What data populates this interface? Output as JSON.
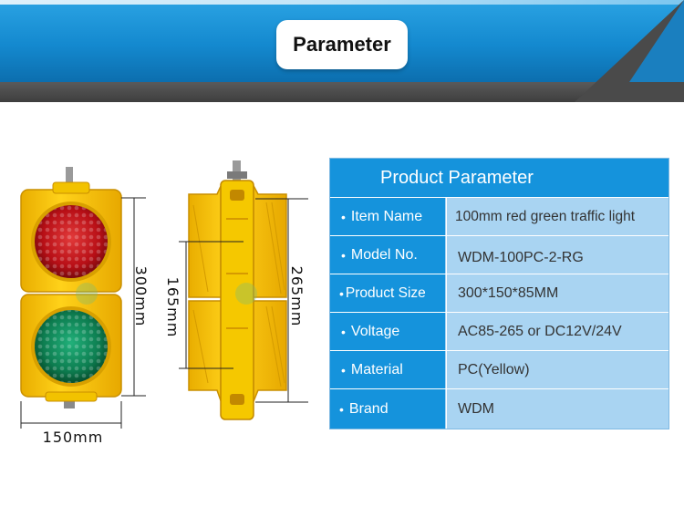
{
  "header": {
    "title": "Parameter"
  },
  "drawing": {
    "width_label": "150mm",
    "height_label": "300mm",
    "side_inner_label": "165mm",
    "side_outer_label": "265mm"
  },
  "table": {
    "heading": "Product Parameter",
    "rows": [
      {
        "key": "Item Name",
        "value": "100mm red green traffic light"
      },
      {
        "key": "Model No.",
        "value": "WDM-100PC-2-RG"
      },
      {
        "key": "Product Size",
        "value": "300*150*85MM"
      },
      {
        "key": "Voltage",
        "value": "AC85-265 or DC12V/24V"
      },
      {
        "key": "Material",
        "value": "PC(Yellow)"
      },
      {
        "key": "Brand",
        "value": "WDM"
      }
    ]
  },
  "colors": {
    "blue": "#1593dc",
    "light_blue": "#a9d4f2",
    "housing_yellow": "#f2c200",
    "red_lamp": "#c8161d",
    "green_lamp": "#0f8a5a"
  }
}
